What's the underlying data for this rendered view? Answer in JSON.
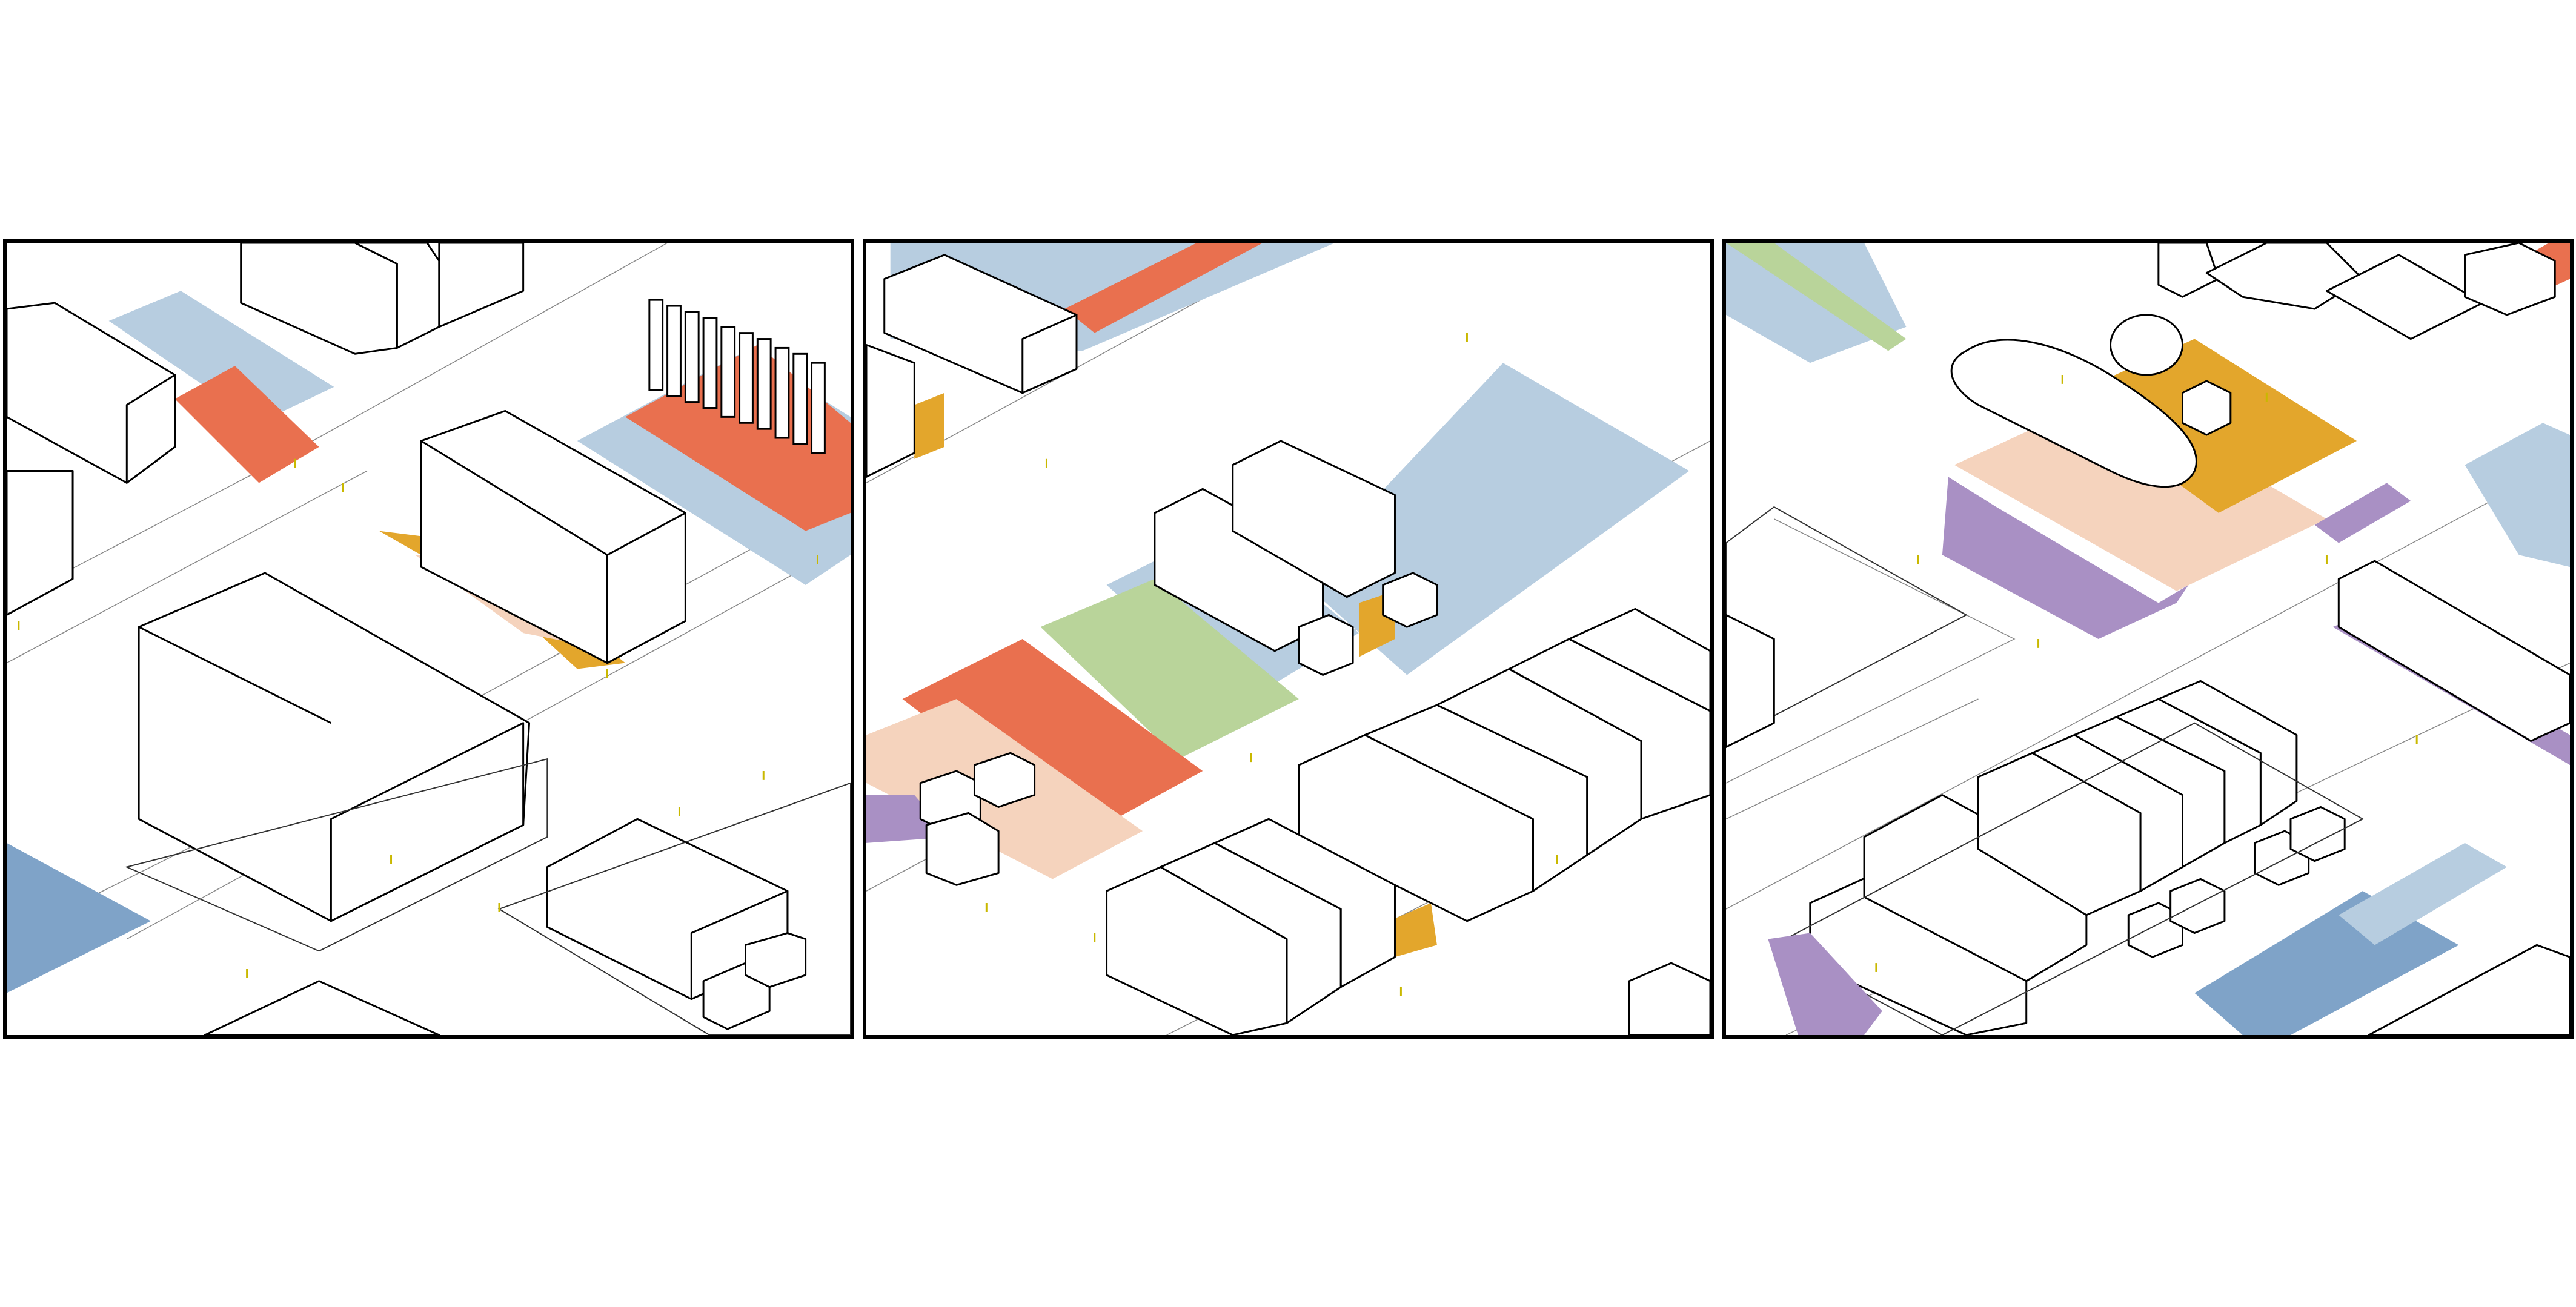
{
  "image": {
    "panel_count": 3,
    "colors": {
      "water_blue": "#b7cde0",
      "deep_blue": "#7fa3c8",
      "orange_red": "#e9704f",
      "golden": "#e3a62c",
      "pale_peach": "#f5d3bd",
      "green": "#b9d49a",
      "purple": "#a990c4",
      "people_yellow": "#d9c72a",
      "line": "#000000"
    }
  },
  "panels": [
    {
      "id": "panel-1",
      "description_key": "left-street-block"
    },
    {
      "id": "panel-2",
      "description_key": "center-courtyard-block"
    },
    {
      "id": "panel-3",
      "description_key": "right-plaza-block"
    }
  ]
}
